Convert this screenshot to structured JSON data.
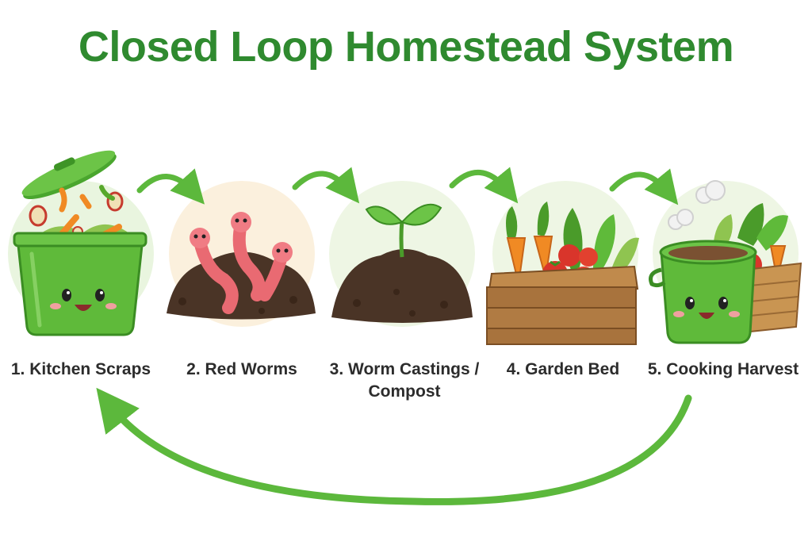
{
  "title": "Closed Loop Homestead System",
  "steps": [
    {
      "label": "1. Kitchen Scraps",
      "icon": "kitchen-scraps-bin-icon"
    },
    {
      "label": "2. Red Worms",
      "icon": "red-worms-icon"
    },
    {
      "label": "3. Worm Castings / Compost",
      "icon": "compost-sprout-icon"
    },
    {
      "label": "4. Garden Bed",
      "icon": "garden-bed-icon"
    },
    {
      "label": "5. Cooking Harvest",
      "icon": "cooking-pot-icon"
    }
  ],
  "colors": {
    "title": "#2f8a2f",
    "arrow": "#5cb83c",
    "bin": "#5fba3a",
    "worm": "#e96a72",
    "soil": "#4a3426",
    "wood": "#a8733d"
  }
}
